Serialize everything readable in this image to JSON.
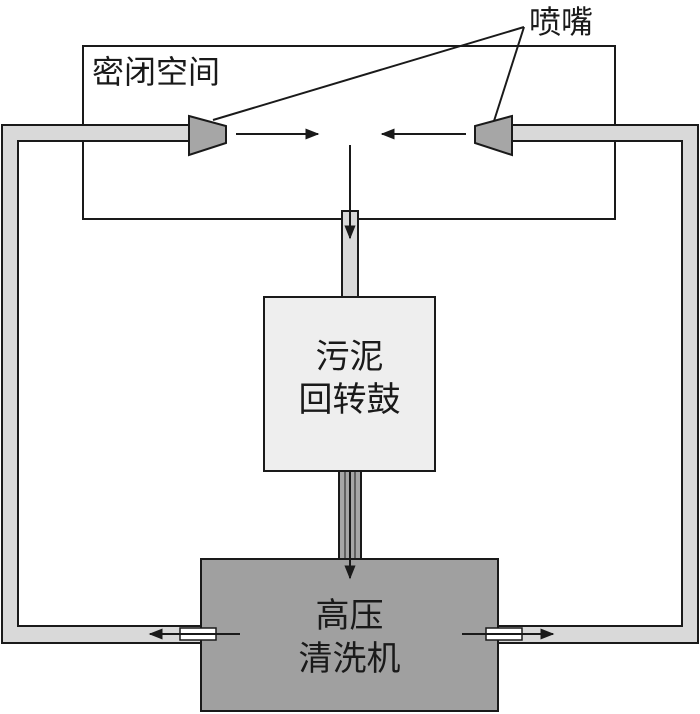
{
  "labels": {
    "nozzle": "喷嘴",
    "enclosure": "密闭空间",
    "drum_line1": "污泥",
    "drum_line2": "回转鼓",
    "cleaner_line1": "高压",
    "cleaner_line2": "清洗机"
  },
  "colors": {
    "pipe_fill": "#d9d9d9",
    "nozzle_fill": "#a6a6a6",
    "drum_fill": "#eeeeee",
    "cleaner_fill": "#a0a0a0",
    "stroke": "#1a1a1a"
  }
}
